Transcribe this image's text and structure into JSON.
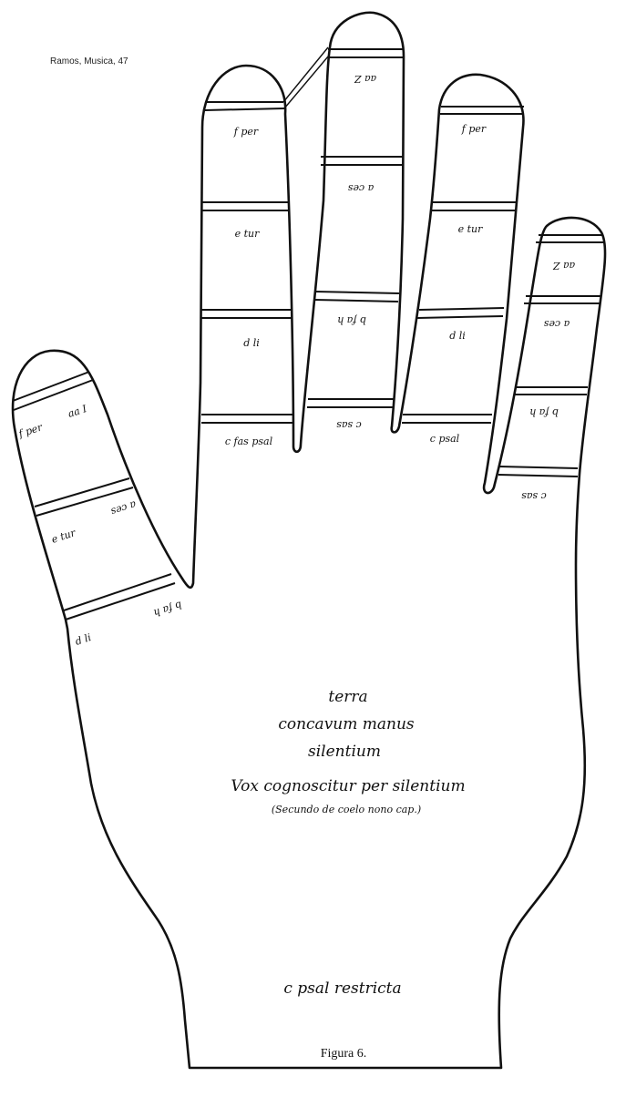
{
  "header": {
    "source": "Ramos, Musica, 47"
  },
  "figure_caption": "Figura 6.",
  "palm_text": {
    "line1": "terra",
    "line2": "concavum manus",
    "line3": "silentium",
    "line4": "Vox cognoscitur per silentium",
    "line5": "(Secundo de coelo nono cap.)"
  },
  "wrist_text": "c psal restricta",
  "thumb": {
    "tip_left": "f per",
    "tip_right": "aa I",
    "mid_left": "e tur",
    "mid_right": "a ces",
    "base_left": "d li",
    "base_right": "b fa h"
  },
  "index": {
    "tip": "f per",
    "mid": "e tur",
    "base": "d li",
    "root": "c fas psal"
  },
  "middle": {
    "top": "aa Z",
    "upper": "a ces",
    "lower": "b fa h",
    "root": "c sas"
  },
  "ring": {
    "tip": "f per",
    "mid": "e tur",
    "base": "d li",
    "root": "c psal"
  },
  "little": {
    "tip": "aa Z",
    "mid": "a ces",
    "base": "b fa h",
    "root": "c sas"
  }
}
